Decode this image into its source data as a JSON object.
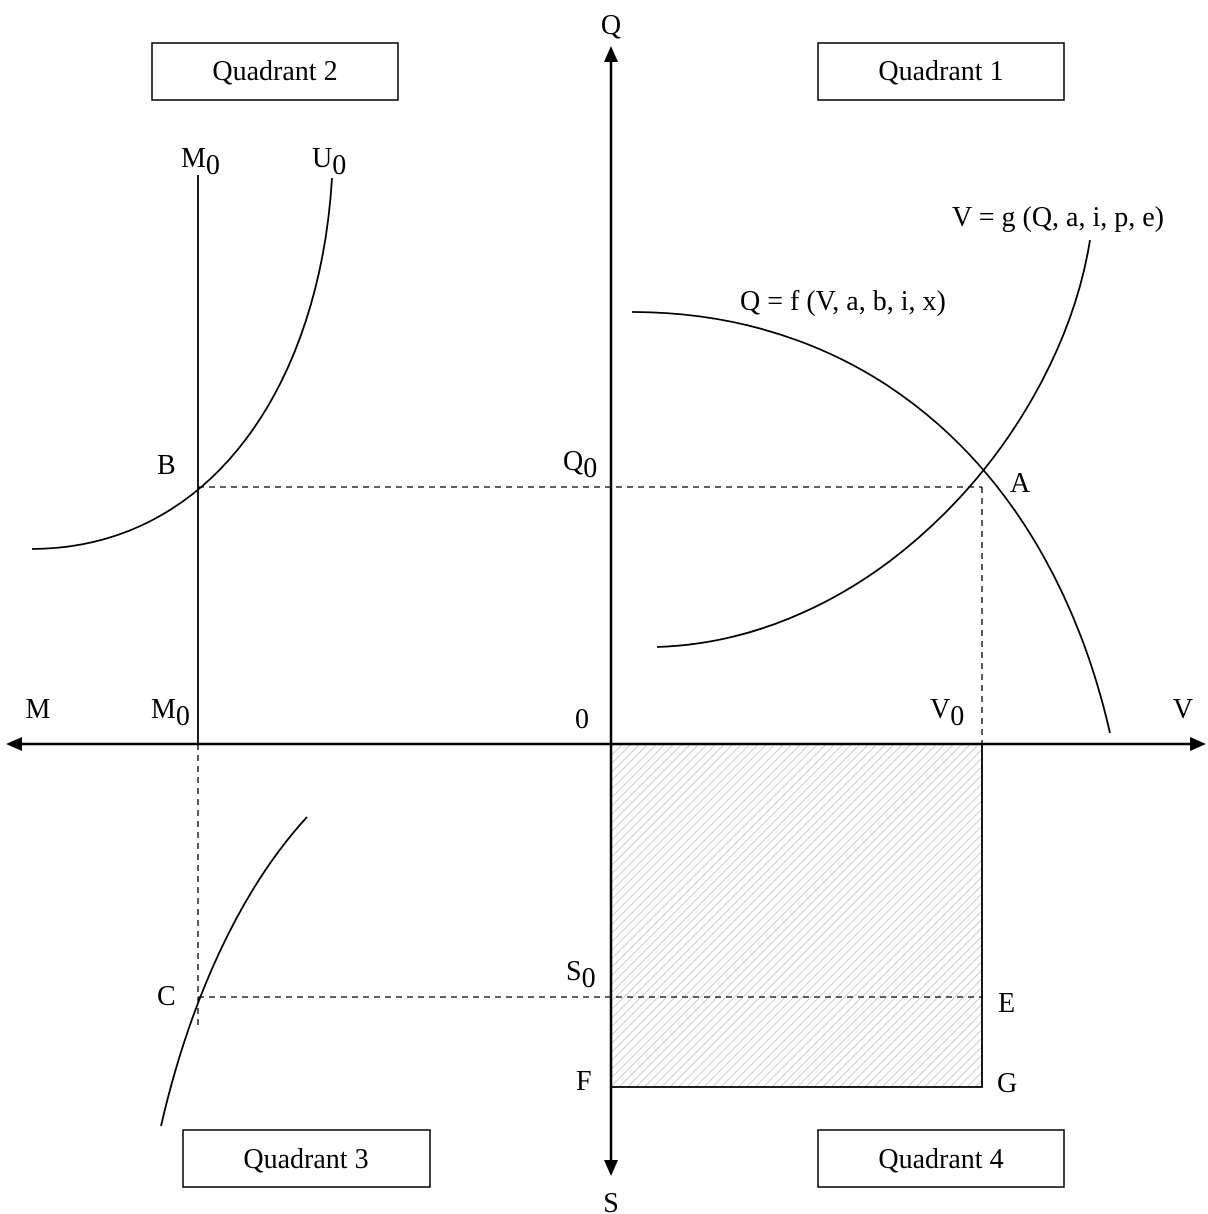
{
  "axes": {
    "top": "Q",
    "bottom": "S",
    "left": "M",
    "right": "V",
    "origin": "0"
  },
  "quadrants": {
    "q1": "Quadrant 1",
    "q2": "Quadrant 2",
    "q3": "Quadrant 3",
    "q4": "Quadrant 4"
  },
  "curves": {
    "q_function": "Q = f (V, a, b, i, x)",
    "v_function": "V = g (Q, a, i, p, e)",
    "m0_line": {
      "base": "M",
      "sub": "0"
    },
    "u0_curve": {
      "base": "U",
      "sub": "0"
    }
  },
  "points": {
    "A": "A",
    "B": "B",
    "C": "C",
    "E": "E",
    "F": "F",
    "G": "G"
  },
  "levels": {
    "Q0": {
      "base": "Q",
      "sub": "0"
    },
    "V0": {
      "base": "V",
      "sub": "0"
    },
    "M0": {
      "base": "M",
      "sub": "0"
    },
    "S0": {
      "base": "S",
      "sub": "0"
    }
  },
  "colors": {
    "line": "#000000",
    "hatch": "#b8b8b8",
    "background": "#ffffff"
  }
}
